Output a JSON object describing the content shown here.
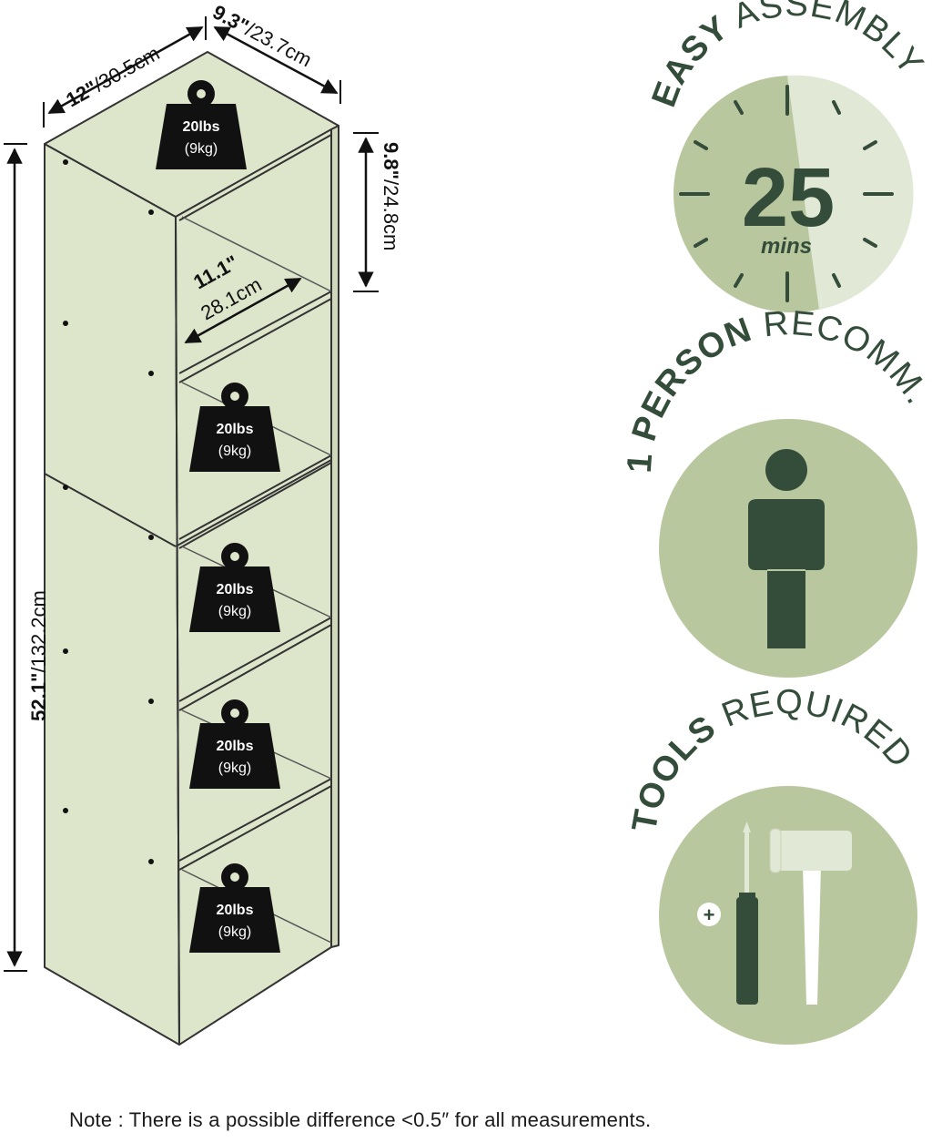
{
  "colors": {
    "shelf_fill": "#dde5cb",
    "shelf_line": "#333333",
    "badge_light": "#b9c79f",
    "badge_pale": "#e2e8d6",
    "badge_dark": "#344d3a",
    "weight_fill": "#111111"
  },
  "dimensions": {
    "depth": {
      "in": "12\"",
      "cm": "/30.5cm"
    },
    "width": {
      "in": "9.3\"",
      "cm": "/23.7cm"
    },
    "height": {
      "in": "52.1\"",
      "cm": "/132.2cm"
    },
    "shelf_height": {
      "in": "9.8\"",
      "cm": "/24.8cm"
    },
    "inner_depth": {
      "in": "11.1\"",
      "cm": "28.1cm"
    }
  },
  "weights": [
    {
      "lbs": "20lbs",
      "kg": "(9kg)"
    },
    {
      "lbs": "20lbs",
      "kg": "(9kg)"
    },
    {
      "lbs": "20lbs",
      "kg": "(9kg)"
    },
    {
      "lbs": "20lbs",
      "kg": "(9kg)"
    },
    {
      "lbs": "20lbs",
      "kg": "(9kg)"
    }
  ],
  "badges": {
    "assembly": {
      "bold": "EASY",
      "light": "ASSEMBLY",
      "number": "25",
      "unit": "mins",
      "icon": "clock-icon"
    },
    "person": {
      "bold": "1 PERSON",
      "light": "RECOMM.",
      "icon": "person-icon"
    },
    "tools": {
      "bold": "TOOLS",
      "light": "REQUIRED",
      "icons": [
        "screwdriver-icon",
        "hammer-icon"
      ],
      "plus": "+"
    }
  },
  "note": "Note : There is a possible difference <0.5″ for all measurements."
}
